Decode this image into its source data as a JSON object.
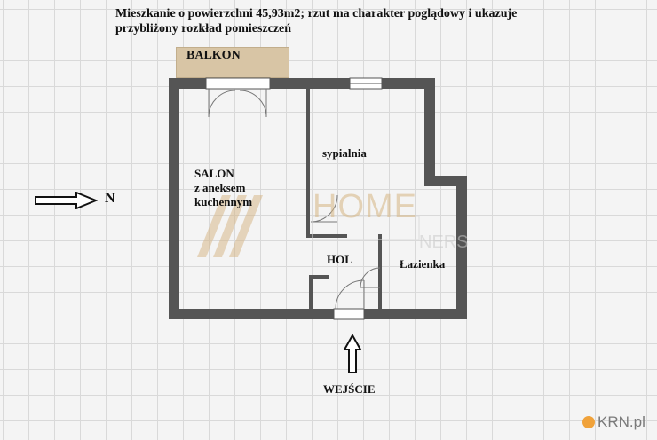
{
  "description": "Mieszkanie o powierzchni 45,93m2; rzut ma charakter poglądowy i ukazuje przybliżony rozkład pomieszczeń",
  "rooms": {
    "balcony": "BALKON",
    "living_room": [
      "SALON",
      "z aneksem",
      "kuchennym"
    ],
    "bedroom": "sypialnia",
    "hall": "HOL",
    "bathroom": "Łazienka"
  },
  "north": "N",
  "entrance": "WEJŚCIE",
  "watermark": "HOME",
  "watermark_faint": "NERS",
  "site_badge": "KRN.pl",
  "colors": {
    "wall": "#555555",
    "balcony": "#d8c5a5",
    "watermark": "#d6b482"
  }
}
